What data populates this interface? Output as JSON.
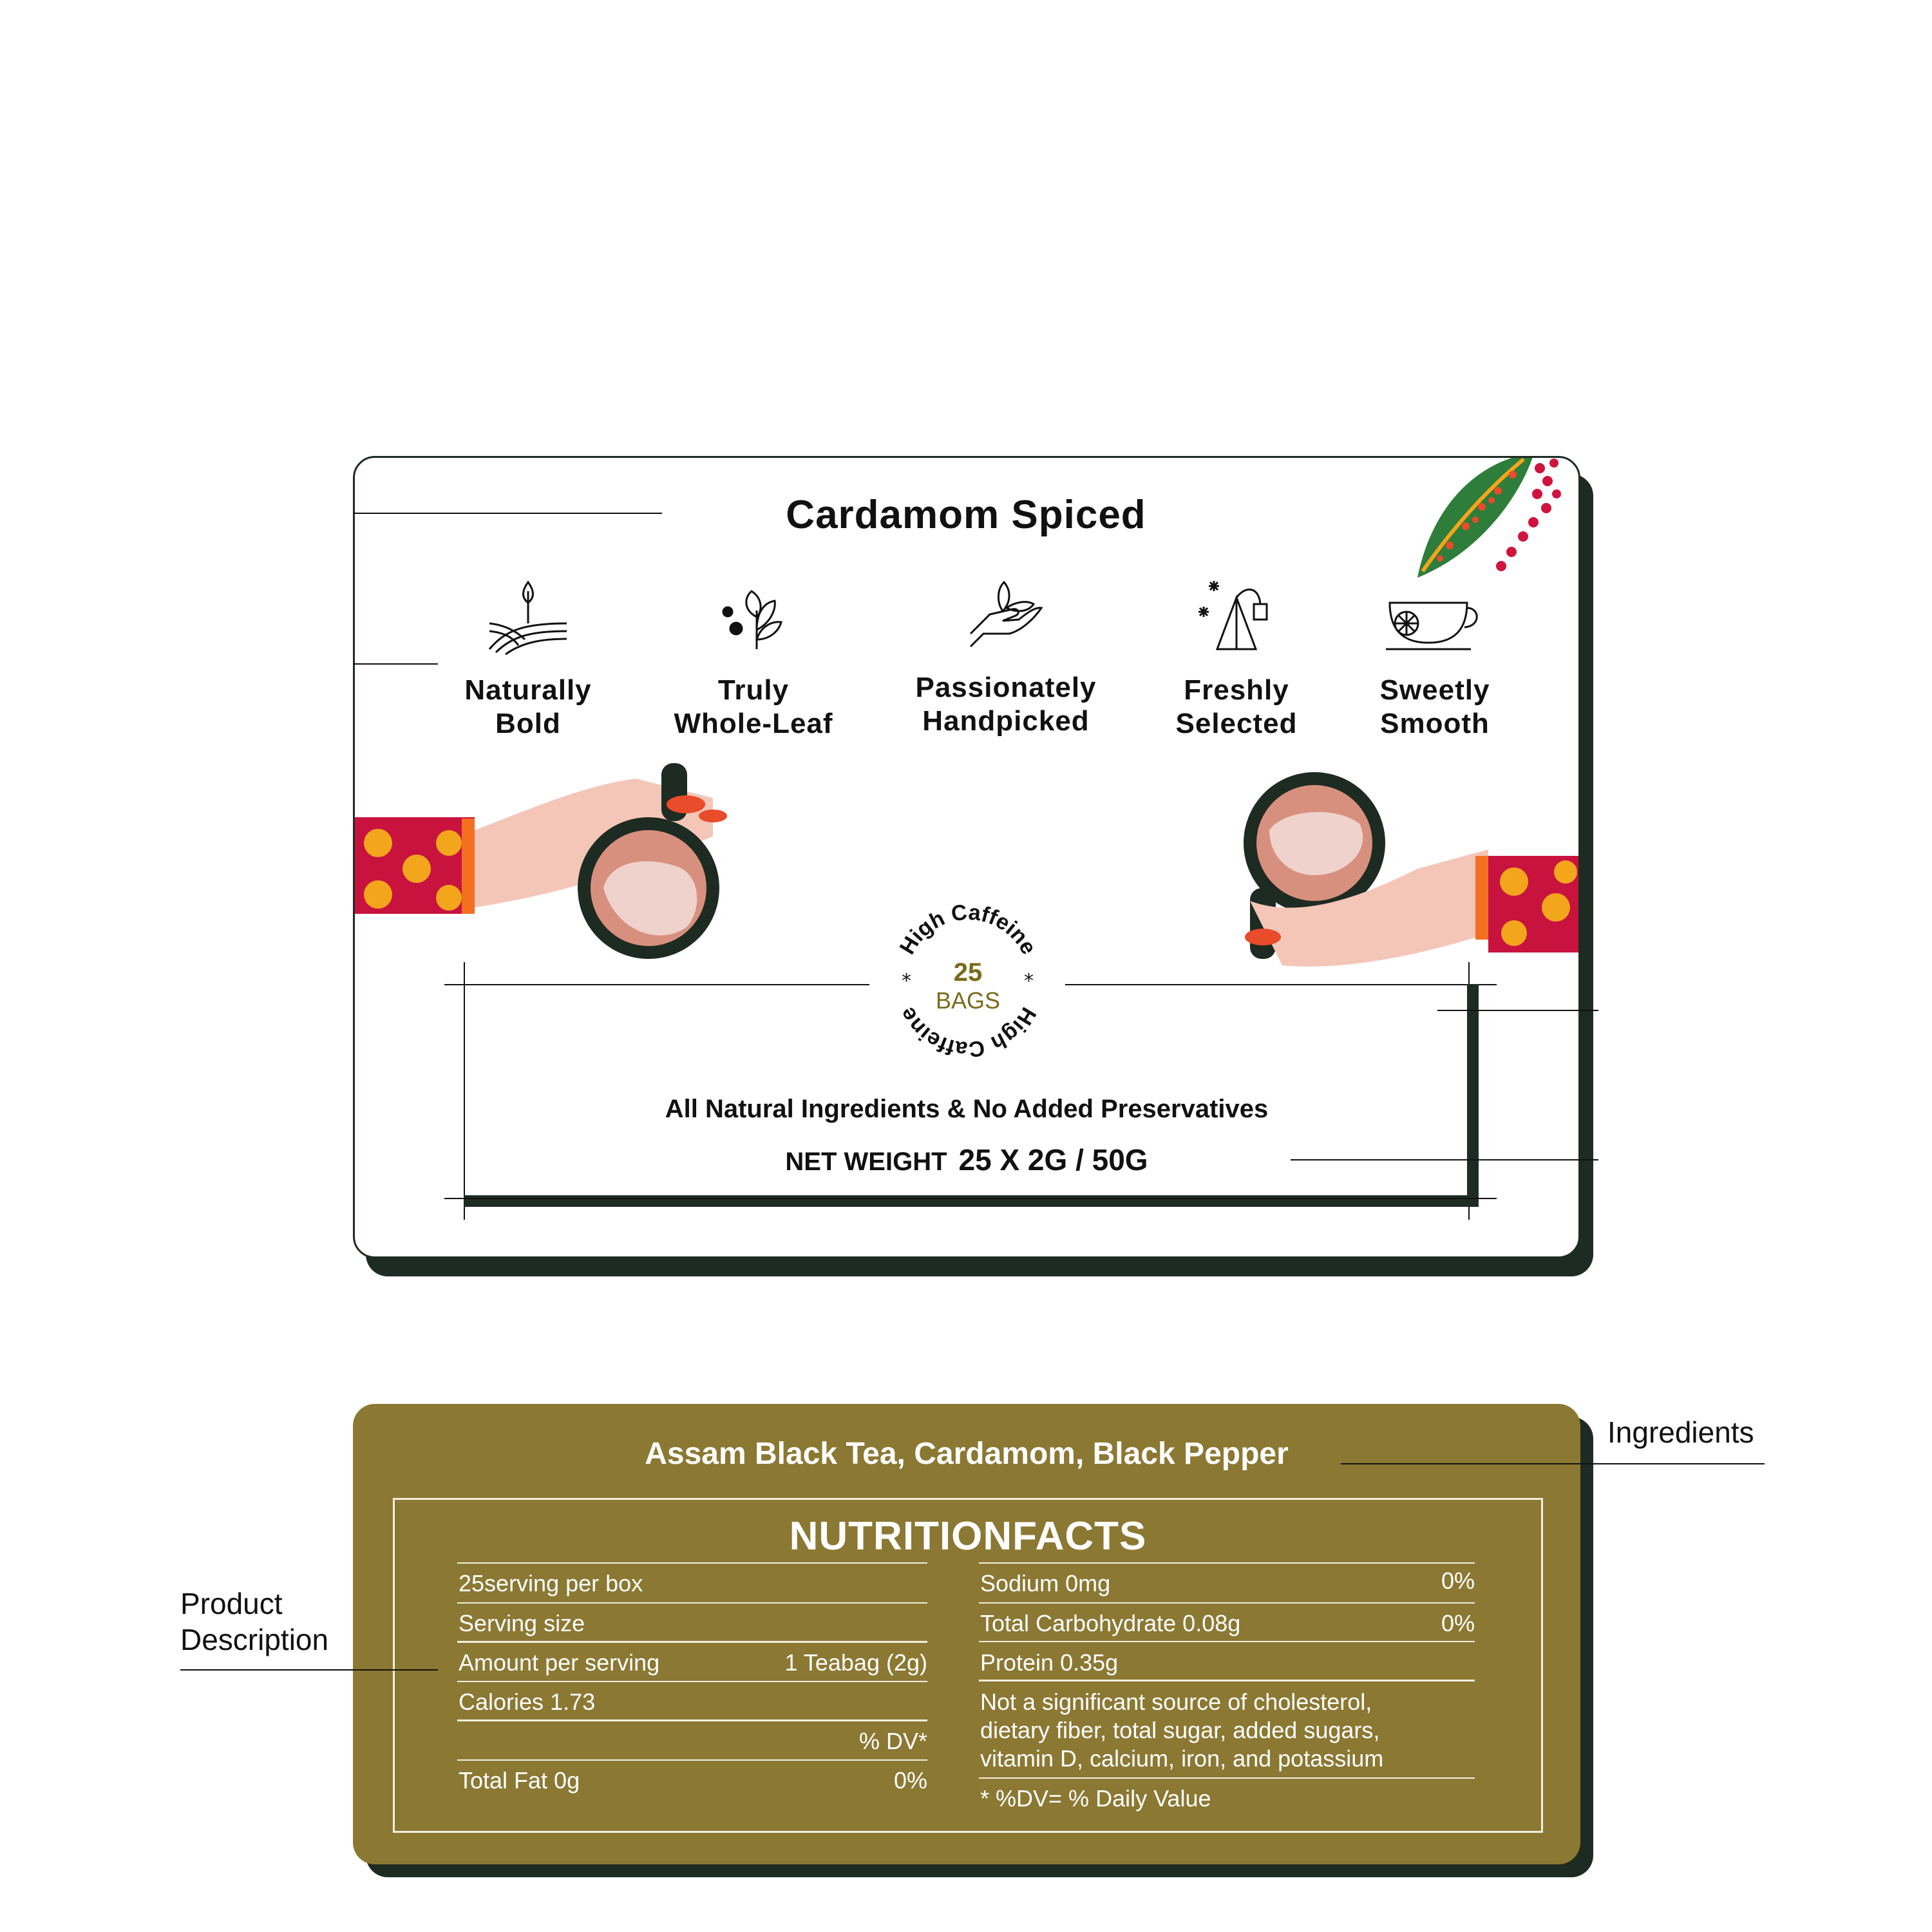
{
  "front": {
    "title": "Cardamom Spiced",
    "features": [
      {
        "icon": "field-plant-icon",
        "line1": "Naturally",
        "line2": "Bold"
      },
      {
        "icon": "tea-leaf-icon",
        "line1": "Truly",
        "line2": "Whole-Leaf"
      },
      {
        "icon": "hand-leaf-icon",
        "line1": "Passionately",
        "line2": "Handpicked"
      },
      {
        "icon": "tea-bag-sparkle-icon",
        "line1": "Freshly",
        "line2": "Selected"
      },
      {
        "icon": "tea-cup-icon",
        "line1": "Sweetly",
        "line2": "Smooth"
      }
    ],
    "badge": {
      "ring_text": "High Caffeine",
      "count": "25",
      "unit": "BAGS"
    },
    "tagline": "All Natural Ingredients & No Added Preservatives",
    "net_label": "NET WEIGHT",
    "net_value": "25 X 2G / 50G"
  },
  "annotations": {
    "ingredients": "Ingredients",
    "product_line1": "Product",
    "product_line2": "Description"
  },
  "back": {
    "ingredients": "Assam Black Tea, Cardamom, Black Pepper",
    "nutrition_title": "NUTRITIONFACTS",
    "left_rows": [
      {
        "label": "25serving per box",
        "value": ""
      },
      {
        "label": "Serving size",
        "value": ""
      },
      {
        "label": "Amount per serving",
        "value": "1 Teabag (2g)"
      },
      {
        "label": "Calories 1.73",
        "value": ""
      },
      {
        "label": "",
        "value": "% DV*"
      },
      {
        "label": "Total Fat 0g",
        "value": "0%"
      }
    ],
    "right_rows": [
      {
        "label": "Sodium 0mg",
        "value": "0%"
      },
      {
        "label": "Total Carbohydrate 0.08g",
        "value": "0%"
      },
      {
        "label": "Protein 0.35g",
        "value": ""
      }
    ],
    "note_lines": [
      "Not a significant source of cholesterol,",
      "dietary fiber, total sugar, added sugars,",
      "vitamin D, calcium, iron, and potassium"
    ],
    "footnote": "* %DV= % Daily Value"
  },
  "colors": {
    "dark_green": "#1e2b22",
    "olive": "#8b7833",
    "badge_gold": "#7a6a1a",
    "sleeve_red": "#c8133f",
    "skin": "#f4c6b8"
  }
}
